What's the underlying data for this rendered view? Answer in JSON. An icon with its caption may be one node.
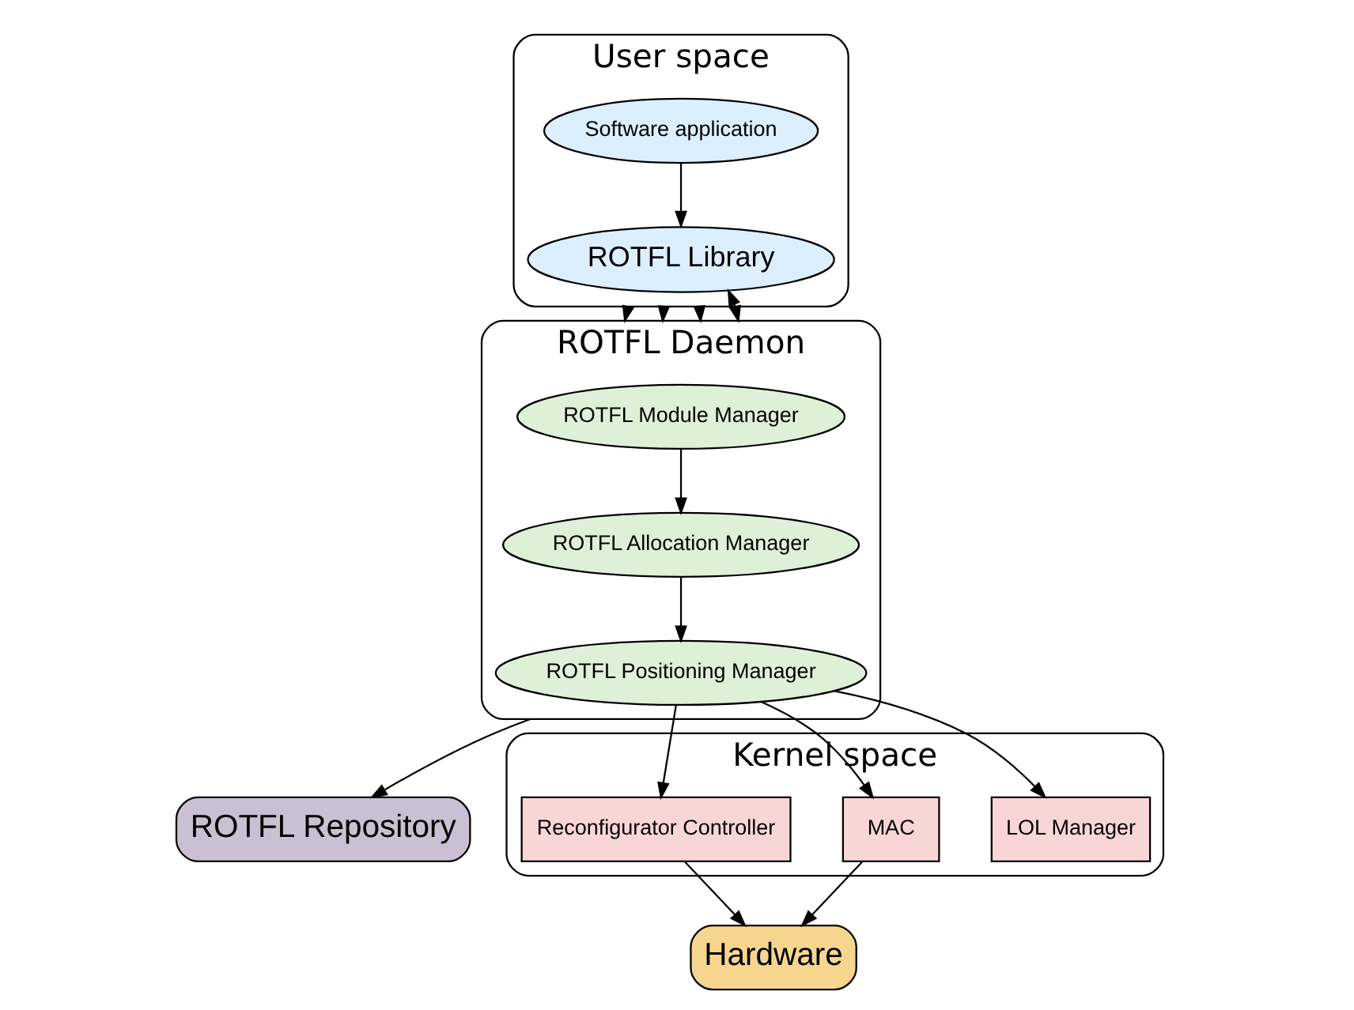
{
  "diagram": {
    "nodes": [
      {
        "text": [
          "User space"
        ]
      },
      {
        "text": [
          "Software application"
        ],
        "in": 0
      },
      {
        "text": [
          "ROTFL Library"
        ],
        "in": 0
      },
      {
        "text": [
          "ROTFL Daemon"
        ]
      },
      {
        "text": [
          "ROTFL Module Manager"
        ],
        "in": 3
      },
      {
        "text": [
          "ROTFL Allocation Manager"
        ],
        "in": 3
      },
      {
        "text": [
          "ROTFL Positioning Manager"
        ],
        "in": 3
      },
      {
        "text": [
          "ROTFL Repository"
        ]
      },
      {
        "text": [
          "Kernel space"
        ]
      },
      {
        "text": [
          "LOL Manager"
        ],
        "in": 8
      },
      {
        "text": [
          "MAC"
        ],
        "in": 8
      },
      {
        "text": [
          "Reconfigurator Controller"
        ],
        "in": 8
      },
      {
        "text": [
          "Hardware"
        ]
      }
    ],
    "edges": [
      {
        "from": 1,
        "to": 2,
        "arrow": "to"
      },
      {
        "from": 0,
        "to": 3,
        "arrow": "to"
      },
      {
        "from": 0,
        "to": 3,
        "arrow": "to"
      },
      {
        "from": 0,
        "to": 3,
        "arrow": "to"
      },
      {
        "from": 2,
        "to": 3,
        "arrow": "both"
      },
      {
        "from": 3,
        "to": 7,
        "arrow": "to"
      },
      {
        "from": 4,
        "to": 5,
        "arrow": "to"
      },
      {
        "from": 5,
        "to": 6,
        "arrow": "to"
      },
      {
        "from": 6,
        "to": 9,
        "arrow": "to"
      },
      {
        "from": 6,
        "to": 10,
        "arrow": "to"
      },
      {
        "from": 6,
        "to": 11,
        "arrow": "to"
      },
      {
        "from": 10,
        "to": 12,
        "arrow": "to"
      },
      {
        "from": 11,
        "to": 12,
        "arrow": "to"
      }
    ]
  }
}
